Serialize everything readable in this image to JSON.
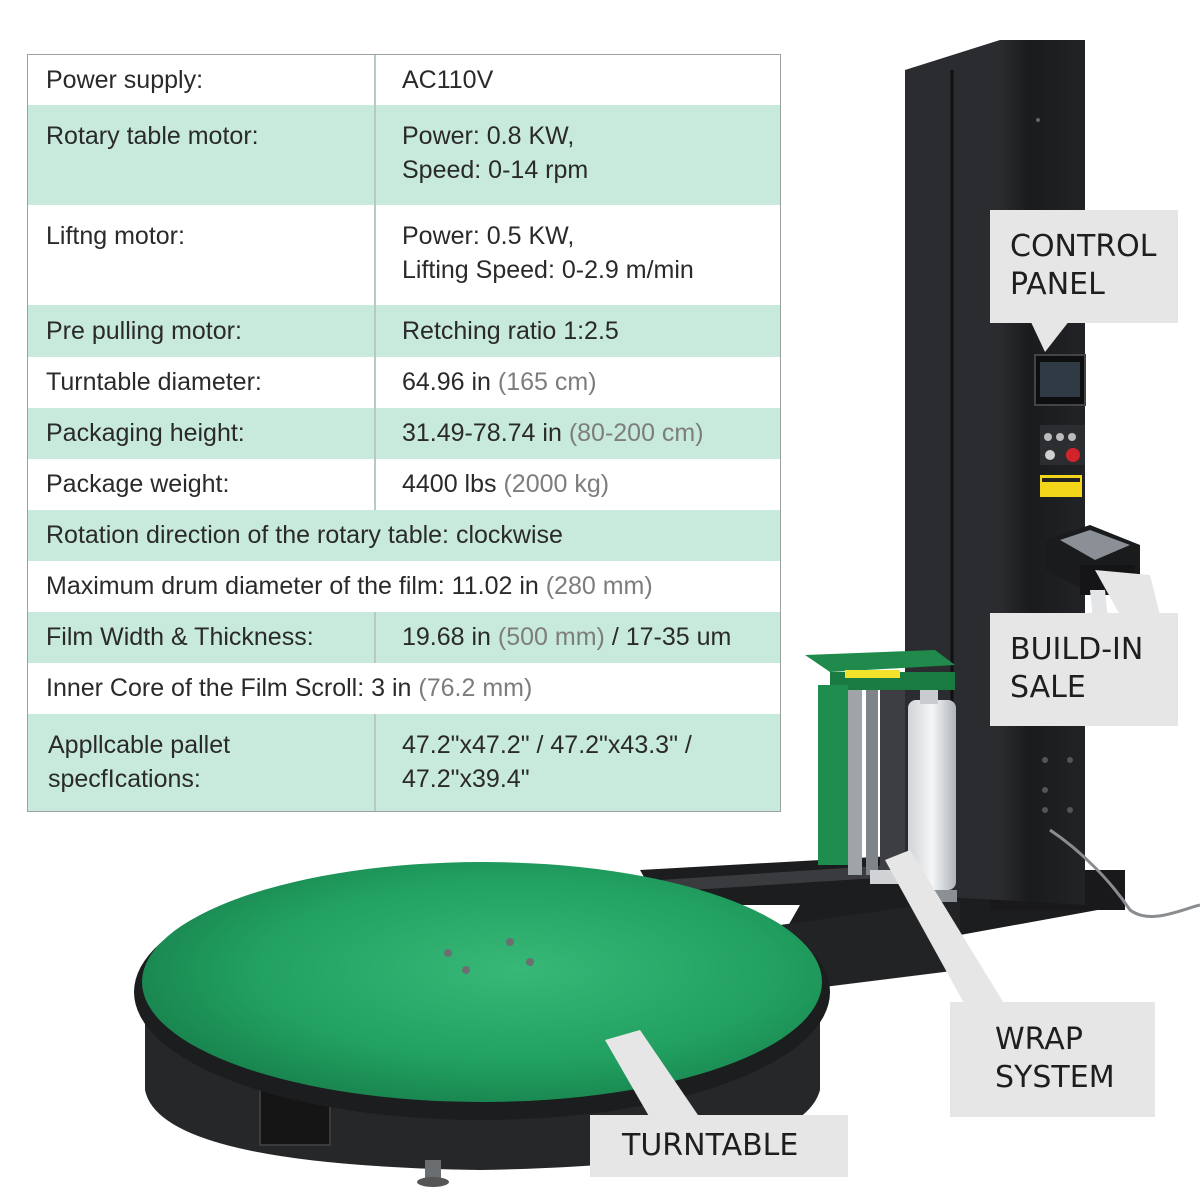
{
  "specs": {
    "rows": [
      {
        "label": "Power supply:",
        "value": "AC110V"
      },
      {
        "label": "Rotary table motor:",
        "value_line1": "Power: 0.8 KW,",
        "value_line2": "Speed: 0-14 rpm"
      },
      {
        "label": "Liftng motor:",
        "value_line1": "Power: 0.5 KW,",
        "value_line2": "Lifting Speed: 0-2.9 m/min"
      },
      {
        "label": "Pre pulling motor:",
        "value": "Retching ratio 1:2.5"
      },
      {
        "label": "Turntable diameter:",
        "value": "64.96 in",
        "metric": "(165 cm)"
      },
      {
        "label": "Packaging height:",
        "value": "31.49-78.74 in",
        "metric": "(80-200 cm)"
      },
      {
        "label": "Package weight:",
        "value": "4400 lbs",
        "metric": "(2000 kg)"
      },
      {
        "label": "Rotation direction of the rotary table:",
        "value": "clockwise"
      },
      {
        "label": "Maximum drum diameter of the film:",
        "value": "11.02 in",
        "metric": "(280 mm)"
      },
      {
        "label": "Film Width & Thickness:",
        "value": "19.68 in",
        "metric": "(500 mm)",
        "value_suffix": "/ 17-35 um"
      },
      {
        "label": "Inner Core of the Film Scroll:",
        "value": "3 in",
        "metric": "(76.2 mm)"
      },
      {
        "label_line1": "Appllcable pallet",
        "label_line2": "specfIcations:",
        "value_line1": "47.2\"x47.2\" / 47.2\"x43.3\" /",
        "value_line2": "47.2\"x39.4\""
      }
    ]
  },
  "callouts": {
    "control_panel": {
      "line1": "CONTROL",
      "line2": "PANEL"
    },
    "build_in_sale": {
      "line1": "BUILD-IN",
      "line2": "SALE"
    },
    "wrap_system": {
      "line1": "WRAP",
      "line2": "SYSTEM"
    },
    "turntable": {
      "line1": "TURNTABLE"
    }
  },
  "colors": {
    "row_shade": "#c8eadc",
    "turntable_green": "#1e9a5c",
    "machine_black": "#1f2022",
    "callout_bg": "#e6e6e6"
  },
  "machine_icons": [
    "tower-column",
    "turntable-platform",
    "film-carriage",
    "scale-display",
    "control-screen"
  ]
}
